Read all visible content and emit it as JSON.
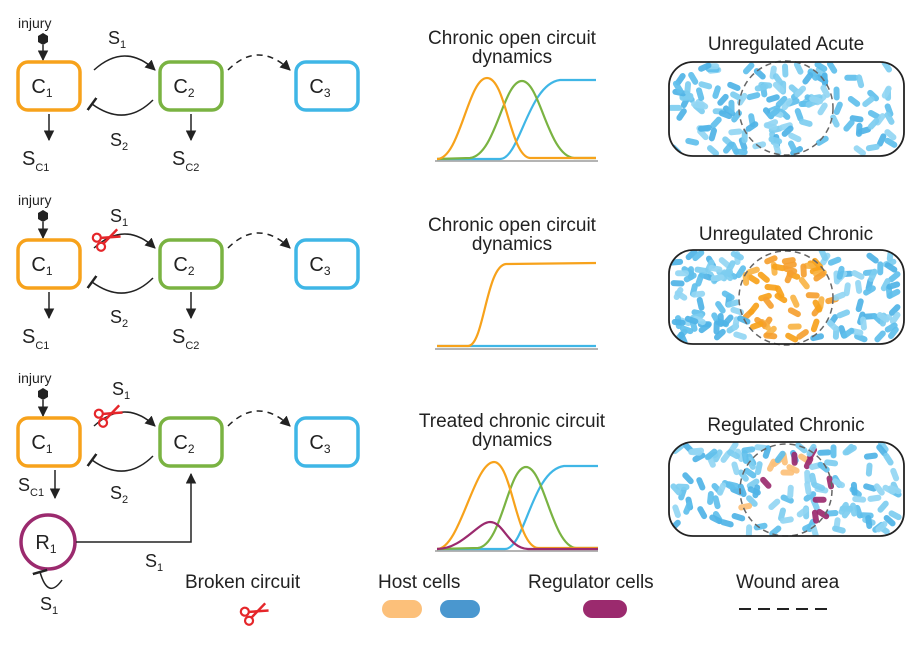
{
  "rows": [
    {
      "injury": "injury",
      "c1": "C",
      "c1_sub": "1",
      "c2": "C",
      "c2_sub": "2",
      "c3": "C",
      "c3_sub": "3",
      "s_forward": "S",
      "s_forward_sub": "1",
      "s_back": "S",
      "s_back_sub": "2",
      "sc1": "S",
      "sc1_sub": "C1",
      "sc2": "S",
      "sc2_sub": "C2",
      "dyn_title_1": "Chronic open circuit",
      "dyn_title_2": "dynamics",
      "wound_title": "Unregulated Acute"
    },
    {
      "injury": "injury",
      "c1": "C",
      "c1_sub": "1",
      "c2": "C",
      "c2_sub": "2",
      "c3": "C",
      "c3_sub": "3",
      "s_forward": "S",
      "s_forward_sub": "1",
      "s_back": "S",
      "s_back_sub": "2",
      "sc1": "S",
      "sc1_sub": "C1",
      "sc2": "S",
      "sc2_sub": "C2",
      "dyn_title_1": "Chronic open circuit",
      "dyn_title_2": "dynamics",
      "wound_title": "Unregulated Chronic"
    },
    {
      "injury": "injury",
      "c1": "C",
      "c1_sub": "1",
      "c2": "C",
      "c2_sub": "2",
      "c3": "C",
      "c3_sub": "3",
      "s_forward": "S",
      "s_forward_sub": "1",
      "s_back": "S",
      "s_back_sub": "2",
      "sc1": "S",
      "sc1_sub": "C1",
      "r1": "R",
      "r1_sub": "1",
      "r_signal": "S",
      "r_signal_sub": "1",
      "r_self": "S",
      "r_self_sub": "1",
      "dyn_title_1": "Treated chronic circuit",
      "dyn_title_2": "dynamics",
      "wound_title": "Regulated Chronic"
    }
  ],
  "legend": {
    "broken_circuit": "Broken circuit",
    "host_cells": "Host cells",
    "regulator_cells": "Regulator cells",
    "wound_area": "Wound area"
  },
  "colors": {
    "c1": "#f7a21b",
    "c2": "#7ab342",
    "c3": "#3fb6e6",
    "regulator": "#9b2a6e",
    "host_light": "#fcc07a",
    "host_dark": "#4a97cf",
    "scissors": "#e5262a"
  }
}
